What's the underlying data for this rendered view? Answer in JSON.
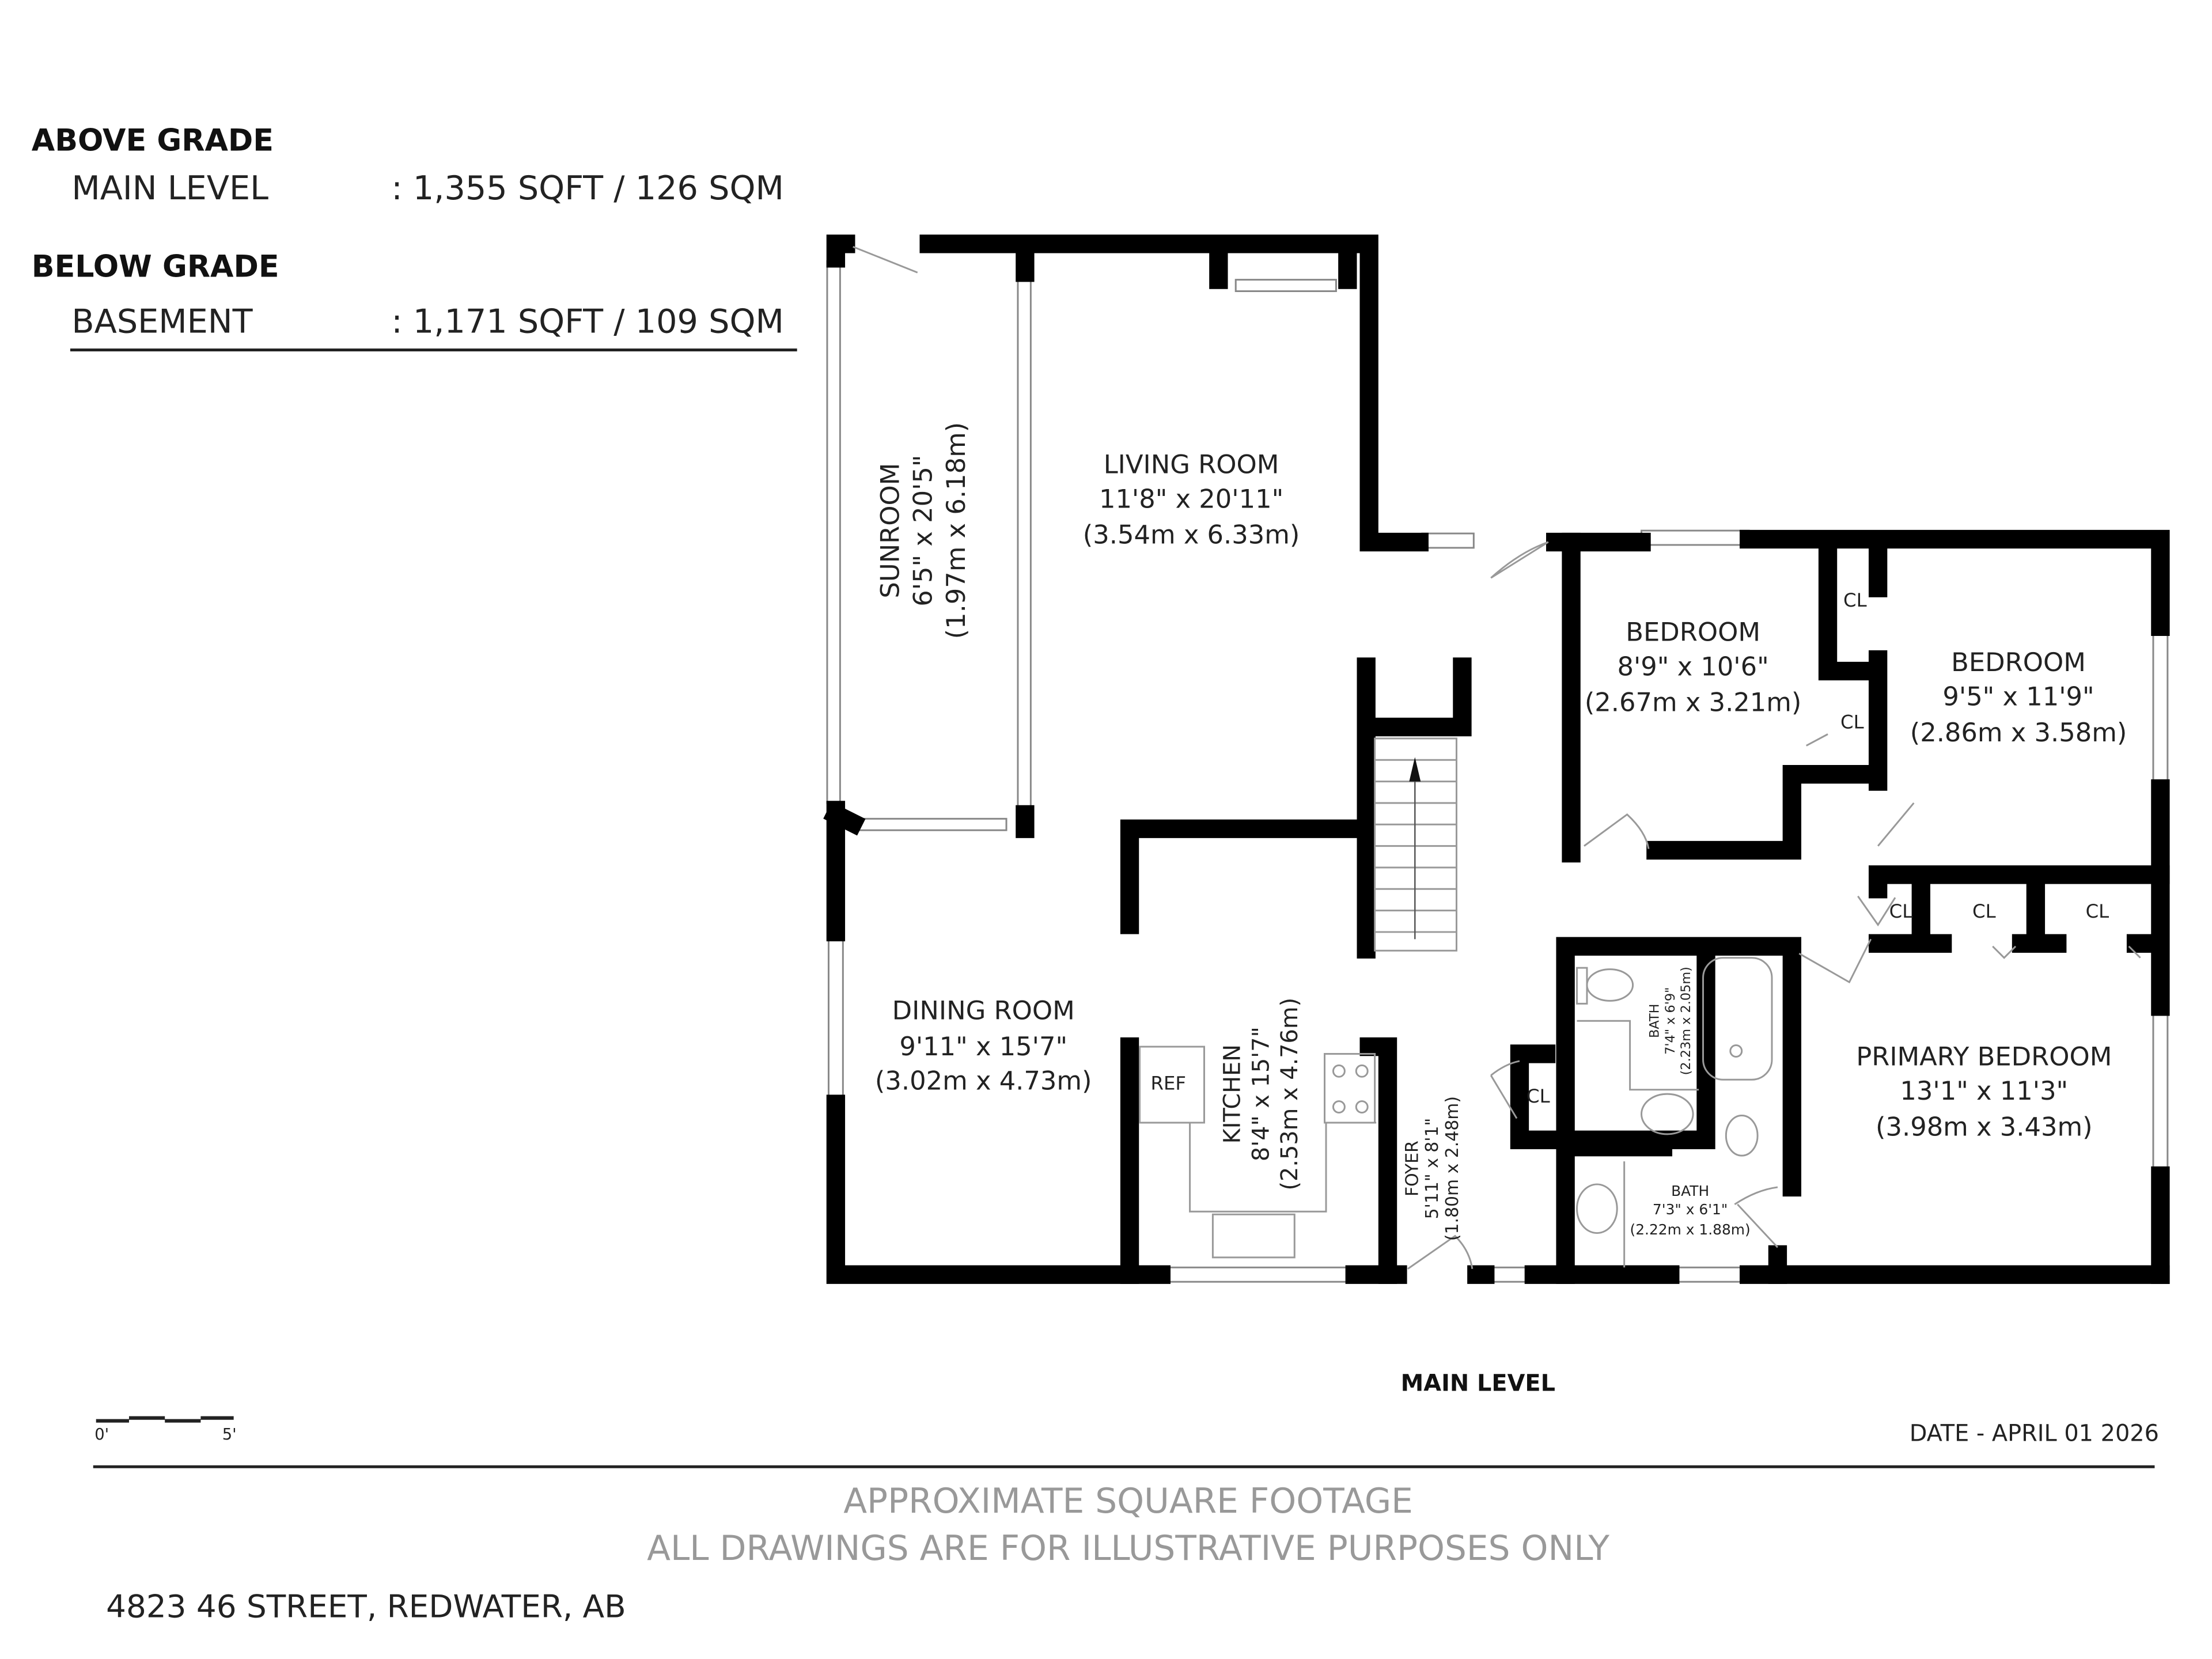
{
  "summary": {
    "above_grade_label": "ABOVE GRADE",
    "main_level_label": "MAIN LEVEL",
    "main_level_area": ": 1,355 SQFT / 126 SQM",
    "below_grade_label": "BELOW GRADE",
    "basement_label": "BASEMENT",
    "basement_area": ": 1,171 SQFT / 109 SQM"
  },
  "rooms": {
    "sunroom": {
      "name": "SUNROOM",
      "imperial": "6'5\" x 20'5\"",
      "metric": "(1.97m x 6.18m)"
    },
    "living": {
      "name": "LIVING ROOM",
      "imperial": "11'8\" x 20'11\"",
      "metric": "(3.54m x 6.33m)"
    },
    "bedroom1": {
      "name": "BEDROOM",
      "imperial": "8'9\" x 10'6\"",
      "metric": "(2.67m x 3.21m)"
    },
    "bedroom2": {
      "name": "BEDROOM",
      "imperial": "9'5\" x 11'9\"",
      "metric": "(2.86m x 3.58m)"
    },
    "dining": {
      "name": "DINING ROOM",
      "imperial": "9'11\" x 15'7\"",
      "metric": "(3.02m x 4.73m)"
    },
    "kitchen": {
      "name": "KITCHEN",
      "imperial": "8'4\" x 15'7\"",
      "metric": "(2.53m x 4.76m)"
    },
    "foyer": {
      "name": "FOYER",
      "imperial": "5'11\" x 8'1\"",
      "metric": "(1.80m x 2.48m)"
    },
    "bath1": {
      "name": "BATH",
      "imperial": "7'4\" x 6'9\"",
      "metric": "(2.23m x 2.05m)"
    },
    "bath2": {
      "name": "BATH",
      "imperial": "7'3\" x 6'1\"",
      "metric": "(2.22m x 1.88m)"
    },
    "primary": {
      "name": "PRIMARY BEDROOM",
      "imperial": "13'1\" x 11'3\"",
      "metric": "(3.98m x 3.43m)"
    }
  },
  "closet_label": "CL",
  "ref_label": "REF",
  "level_title": "MAIN LEVEL",
  "scale": {
    "start": "0'",
    "end": "5'"
  },
  "date": "DATE - APRIL 01 2026",
  "footer": {
    "line1": "APPROXIMATE SQUARE FOOTAGE",
    "line2": "ALL DRAWINGS ARE FOR ILLUSTRATIVE PURPOSES ONLY",
    "address": "4823 46 STREET, REDWATER, AB"
  }
}
